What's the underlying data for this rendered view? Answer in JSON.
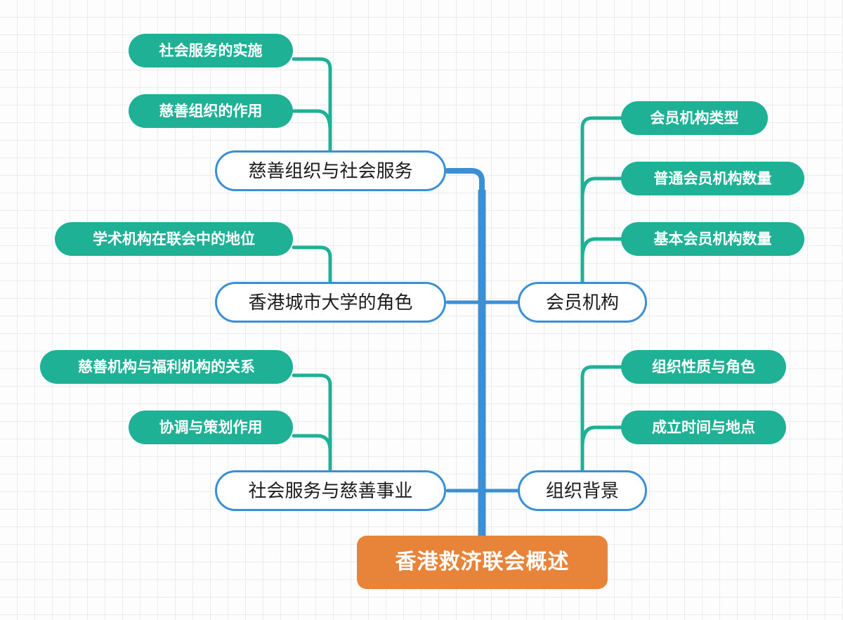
{
  "diagram": {
    "type": "mind-map",
    "title": "香港救济联会概述",
    "colors": {
      "root_fill": "#e8833a",
      "branch_border": "#3b8fd4",
      "branch_fill": "#ffffff",
      "leaf_fill": "#1fb196",
      "trunk_line": "#3b8fd4",
      "leaf_line": "#1fb196",
      "grid_line": "#ececec",
      "background": "#fdfdfd"
    },
    "root": {
      "label": "香港救济联会概述"
    },
    "branches": [
      {
        "id": "charity-social-service",
        "label": "慈善组织与社会服务",
        "side": "left",
        "leaves": [
          {
            "label": "社会服务的实施"
          },
          {
            "label": "慈善组织的作用"
          }
        ]
      },
      {
        "id": "cityu-role",
        "label": "香港城市大学的角色",
        "side": "left",
        "leaves": [
          {
            "label": "学术机构在联会中的地位"
          }
        ]
      },
      {
        "id": "social-service-charity-work",
        "label": "社会服务与慈善事业",
        "side": "left",
        "leaves": [
          {
            "label": "慈善机构与福利机构的关系"
          },
          {
            "label": "协调与策划作用"
          }
        ]
      },
      {
        "id": "member-organizations",
        "label": "会员机构",
        "side": "right",
        "leaves": [
          {
            "label": "会员机构类型"
          },
          {
            "label": "普通会员机构数量"
          },
          {
            "label": "基本会员机构数量"
          }
        ]
      },
      {
        "id": "organization-background",
        "label": "组织背景",
        "side": "right",
        "leaves": [
          {
            "label": "组织性质与角色"
          },
          {
            "label": "成立时间与地点"
          }
        ]
      }
    ]
  }
}
